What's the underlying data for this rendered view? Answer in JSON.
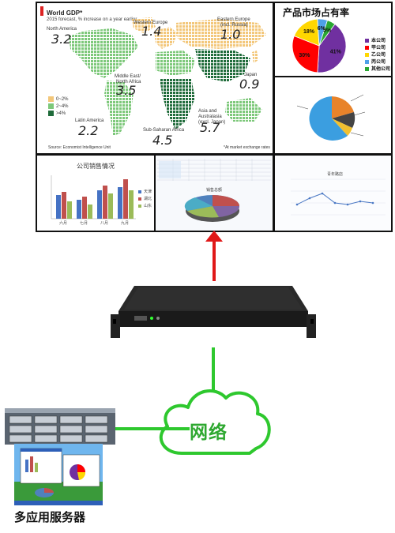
{
  "wall": {
    "map": {
      "title": "World GDP*",
      "subtitle": "2015 forecast, % increase on a year earlier",
      "source": "Source: Economist Intelligence Unit",
      "footnote": "*At market exchange rates",
      "legend": [
        {
          "label": "0~2%",
          "color": "#f3c77a"
        },
        {
          "label": "2~4%",
          "color": "#7dc87a"
        },
        {
          "label": ">4%",
          "color": "#1f6b3a"
        }
      ],
      "regions": [
        {
          "name": "North America",
          "value": "3.2"
        },
        {
          "name": "Western Europe",
          "value": "1.4"
        },
        {
          "name": "Eastern Europe",
          "sub": "(incl. Russia)",
          "value": "1.0"
        },
        {
          "name": "Japan",
          "value": "0.9"
        },
        {
          "name": "Middle East/",
          "sub": "North Africa",
          "value": "3.5"
        },
        {
          "name": "Latin America",
          "value": "2.2"
        },
        {
          "name": "Sub-Saharan Africa",
          "value": "4.5"
        },
        {
          "name": "Asia and",
          "sub": "Australasia",
          "sub2": "(excl. Japan)",
          "value": "5.7"
        }
      ]
    },
    "share_pie": {
      "title": "产品市场占有率",
      "slices": [
        {
          "name": "本公司",
          "value": 41,
          "label": "41%",
          "color": "#7030a0"
        },
        {
          "name": "甲公司",
          "value": 30,
          "label": "30%",
          "color": "#ff0000"
        },
        {
          "name": "乙公司",
          "value": 18,
          "label": "18%",
          "color": "#ffd700"
        },
        {
          "name": "丙公司",
          "value": 6,
          "label": "6%",
          "color": "#4ea0e8"
        },
        {
          "name": "其他公司",
          "value": 5,
          "label": "5%",
          "color": "#2aa832"
        }
      ]
    },
    "small_pie": {
      "colors": [
        "#3b9ee0",
        "#e8832a",
        "#444444",
        "#f0c030"
      ]
    },
    "sales_chart": {
      "title": "公司销售情况",
      "categories": [
        "六月",
        "七月",
        "八月",
        "九月"
      ],
      "legend": [
        "天津",
        "湖北",
        "山东"
      ],
      "colors": [
        "#4572c4",
        "#c0504d",
        "#9bbb59"
      ]
    },
    "spreadsheet": {
      "pie_title": "销售总额"
    },
    "line_chart": {
      "title": "青年路店"
    }
  },
  "network": {
    "label": "网络"
  },
  "servers": {
    "label": "多应用服务器"
  },
  "colors": {
    "up_arrow": "#e01818",
    "network_line": "#2ec82e"
  }
}
